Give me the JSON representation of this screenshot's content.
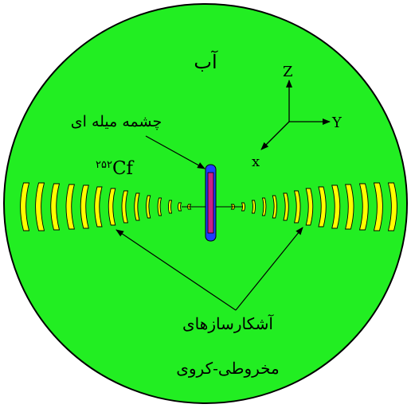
{
  "labels": {
    "medium": "آب",
    "axis_z": "Z",
    "axis_y": "Y",
    "axis_x": "x",
    "rod_source": "چشمه میله ای",
    "isotope_mass": "۲۵۲",
    "isotope_symbol": "Cf",
    "detectors_line1": "آشکارسازهای",
    "detectors_line2": "مخروطی-کروی"
  },
  "colors": {
    "water": "#22ee22",
    "detector": "#ffff00",
    "source_core": "#cc1f88",
    "source_sheath": "#1e3cff",
    "outline": "#000000"
  }
}
